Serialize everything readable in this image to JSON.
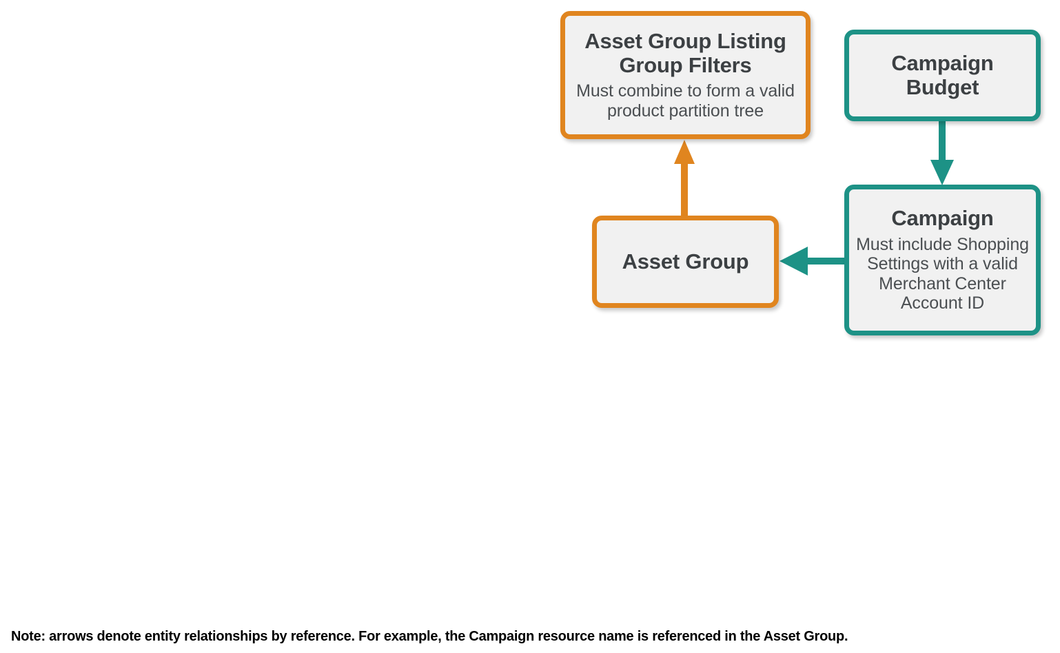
{
  "diagram": {
    "colors": {
      "orange": "#e0851f",
      "teal": "#1d9286",
      "node_fill": "#f1f1f1",
      "title_text": "#3c4043",
      "desc_text": "#4b4f52",
      "note_text": "#000000",
      "background": "#ffffff"
    },
    "nodes": [
      {
        "id": "asset-group-listing-group-filters",
        "title": "Asset Group Listing Group Filters",
        "description": "Must combine to form a valid product partition tree",
        "color": "orange"
      },
      {
        "id": "asset-group",
        "title": "Asset Group",
        "description": "",
        "color": "orange"
      },
      {
        "id": "campaign-budget",
        "title": "Campaign Budget",
        "description": "",
        "color": "teal"
      },
      {
        "id": "campaign",
        "title": "Campaign",
        "description": "Must include Shopping Settings with a valid Merchant Center Account ID",
        "color": "teal"
      }
    ],
    "edges": [
      {
        "id": "asset-group-to-listing-group-filters",
        "from": "asset-group",
        "to": "asset-group-listing-group-filters",
        "color": "orange",
        "direction": "up"
      },
      {
        "id": "campaign-budget-to-campaign",
        "from": "campaign-budget",
        "to": "campaign",
        "color": "teal",
        "direction": "down"
      },
      {
        "id": "campaign-to-asset-group",
        "from": "campaign",
        "to": "asset-group",
        "color": "teal",
        "direction": "left"
      }
    ],
    "note": "Note: arrows denote entity relationships by reference. For example, the Campaign resource name is referenced in the Asset Group."
  }
}
